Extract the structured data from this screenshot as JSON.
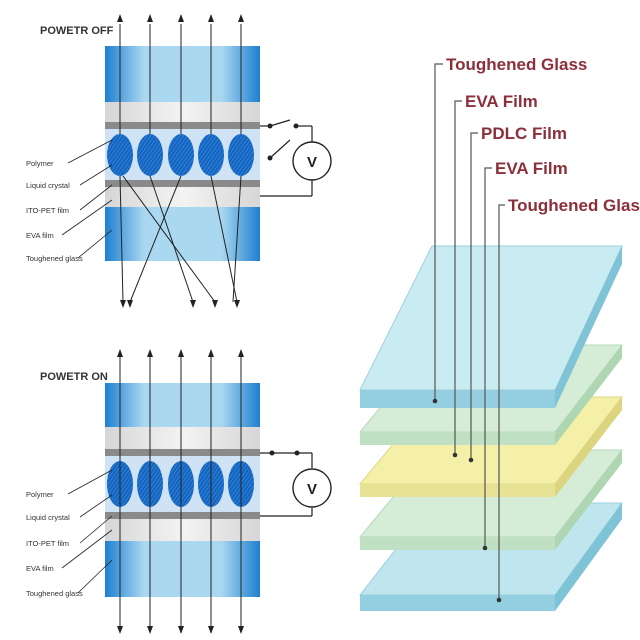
{
  "colors": {
    "glass_blue": "#a9d8f0",
    "deep_blue": "#1e7fd0",
    "droplet": "#1565c0",
    "ito_gray": "#8a8a8a",
    "label_red": "#8b2f3a",
    "glass_sheet": "#bfe6ee",
    "eva_sheet": "#d5ecd6",
    "pdlc_sheet": "#f4f0a8"
  },
  "panels": [
    {
      "title": "POWETR OFF",
      "voltmeter": "V",
      "labels": [
        "Polymer",
        "Liquid crystal",
        "ITO-PET film",
        "EVA film",
        "Toughened glass"
      ]
    },
    {
      "title": "POWETR ON",
      "voltmeter": "V",
      "labels": [
        "Polymer",
        "Liquid crystal",
        "ITO-PET film",
        "EVA film",
        "Toughened glass"
      ]
    }
  ],
  "stack": {
    "layers": [
      "Toughened Glass",
      "EVA Film",
      "PDLC Film",
      "EVA Film",
      "Toughened Glass"
    ]
  }
}
